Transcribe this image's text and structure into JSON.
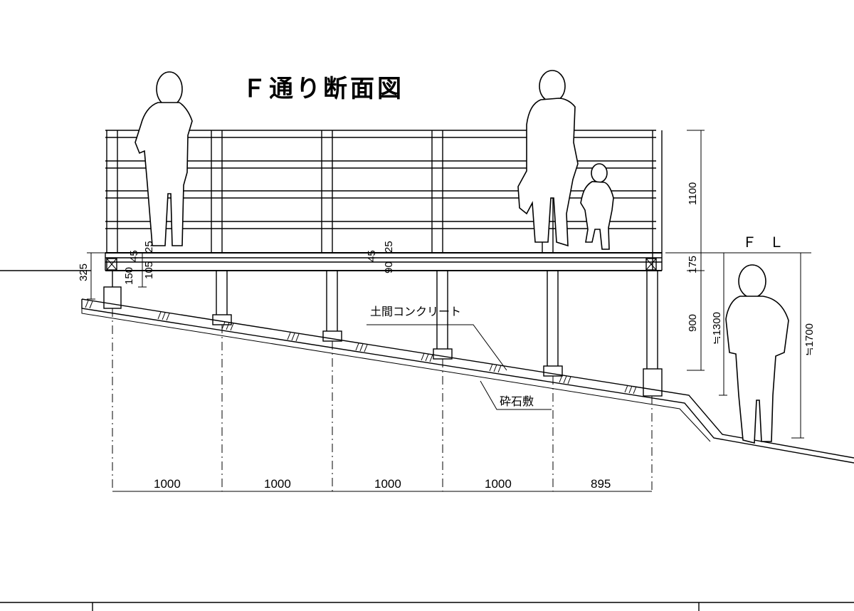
{
  "title": "Ｆ通り断面図",
  "floor_level_label": "ＦＬ",
  "notes": {
    "concrete": "土間コンクリート",
    "gravel": "砕石敷"
  },
  "bottom_spans": [
    "1000",
    "1000",
    "1000",
    "1000",
    "895"
  ],
  "right_dims": {
    "railing_height": "1100",
    "deck_thickness": "175",
    "post_height": "900",
    "ground_to_fl": "≒1300",
    "person_height": "≒1700"
  },
  "left_dims": {
    "d325": "325",
    "d150": "150",
    "d105": "105",
    "d45": "45",
    "d25": "25"
  },
  "center_dims": {
    "d45": "45",
    "d25": "25",
    "d90": "90"
  }
}
